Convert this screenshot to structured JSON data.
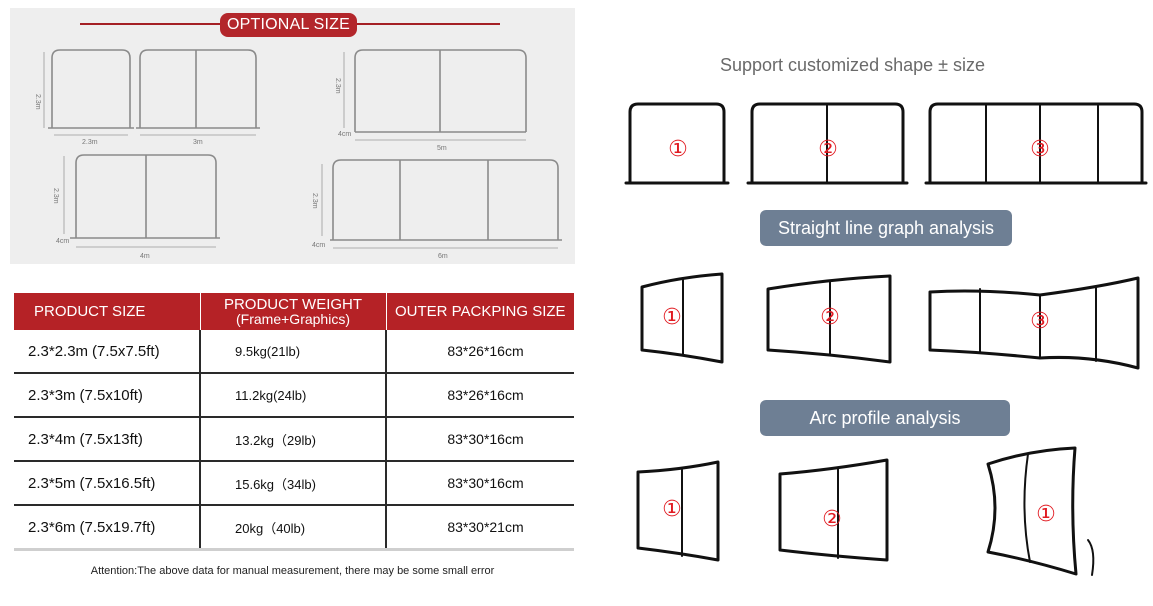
{
  "optional": {
    "title": "OPTIONAL SIZE",
    "frames": [
      {
        "height_label": "2.3m",
        "width_label": "2.3m"
      },
      {
        "width_label": "3m"
      },
      {
        "height_label": "2.3m",
        "width_label": "5m",
        "foot_label": "4cm"
      },
      {
        "height_label": "2.3m",
        "width_label": "4m",
        "foot_label": "4cm"
      },
      {
        "height_label": "2.3m",
        "width_label": "6m",
        "foot_label": "4cm"
      }
    ]
  },
  "table": {
    "headers": {
      "size": "PRODUCT SIZE",
      "weight": "PRODUCT WEIGHT",
      "weight_sub": "(Frame+Graphics)",
      "pack": "OUTER PACKPING SIZE"
    },
    "rows": [
      {
        "size": "2.3*2.3m",
        "ft": "(7.5x7.5ft)",
        "weight": "9.5kg(21lb)",
        "pack": "83*26*16cm"
      },
      {
        "size": "2.3*3m",
        "ft": "(7.5x10ft)",
        "weight": "11.2kg(24lb)",
        "pack": "83*26*16cm"
      },
      {
        "size": "2.3*4m",
        "ft": "(7.5x13ft)",
        "weight": "13.2kg（29lb)",
        "pack": "83*30*16cm"
      },
      {
        "size": "2.3*5m",
        "ft": "(7.5x16.5ft)",
        "weight": "15.6kg（34lb)",
        "pack": "83*30*16cm"
      },
      {
        "size": "2.3*6m",
        "ft": "(7.5x19.7ft)",
        "weight": "20kg（40lb)",
        "pack": "83*30*21cm"
      }
    ]
  },
  "attention": "Attention:The above data for manual measurement, there may be some small error",
  "right": {
    "support_title": "Support customized shape ± size",
    "straight_label": "Straight line graph analysis",
    "arc_label": "Arc profile analysis",
    "accent_color": "#e11b22",
    "pill_color": "#6e7f94",
    "numbers": [
      "①",
      "②",
      "③",
      "①",
      "②",
      "③",
      "①",
      "②",
      "①"
    ]
  }
}
